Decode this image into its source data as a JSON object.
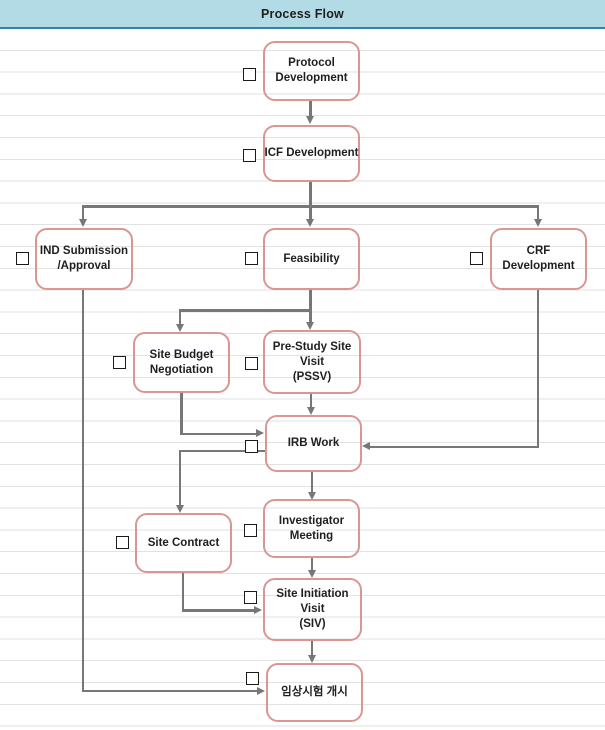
{
  "header": {
    "title": "Process Flow"
  },
  "colors": {
    "header_bg": "#b3dbe6",
    "header_border": "#31859c",
    "box_border": "#d99694",
    "connector": "#777777",
    "gridline": "#e2e2e2",
    "text": "#1f1f1f"
  },
  "nodes": {
    "protocol": {
      "line1": "Protocol",
      "line2": "Development",
      "checkbox_checked": false
    },
    "icf": {
      "line1": "ICF Development",
      "checkbox_checked": false
    },
    "ind": {
      "line1": "IND Submission",
      "line2": "/Approval",
      "checkbox_checked": false
    },
    "feasibility": {
      "line1": "Feasibility",
      "checkbox_checked": false
    },
    "crf": {
      "line1": "CRF",
      "line2": "Development",
      "checkbox_checked": false
    },
    "site_budget": {
      "line1": "Site Budget",
      "line2": "Negotiation",
      "checkbox_checked": false
    },
    "pssv": {
      "line1": "Pre-Study Site",
      "line2": "Visit",
      "line3": "(PSSV)",
      "checkbox_checked": false
    },
    "irb": {
      "line1": "IRB Work",
      "checkbox_checked": false
    },
    "site_contract": {
      "line1": "Site Contract",
      "checkbox_checked": false
    },
    "investigator": {
      "line1": "Investigator",
      "line2": "Meeting",
      "checkbox_checked": false
    },
    "siv": {
      "line1": "Site Initiation",
      "line2": "Visit",
      "line3": "(SIV)",
      "checkbox_checked": false
    },
    "start": {
      "line1": "임상시험 개시",
      "checkbox_checked": false
    }
  },
  "edges": [
    {
      "from": "Protocol Development",
      "to": "ICF Development"
    },
    {
      "from": "ICF Development",
      "to": "IND Submission/Approval"
    },
    {
      "from": "ICF Development",
      "to": "Feasibility"
    },
    {
      "from": "ICF Development",
      "to": "CRF Development"
    },
    {
      "from": "Feasibility",
      "to": "Site Budget Negotiation"
    },
    {
      "from": "Feasibility",
      "to": "Pre-Study Site Visit (PSSV)"
    },
    {
      "from": "Site Budget Negotiation",
      "to": "IRB Work"
    },
    {
      "from": "Pre-Study Site Visit (PSSV)",
      "to": "IRB Work"
    },
    {
      "from": "CRF Development",
      "to": "IRB Work"
    },
    {
      "from": "IRB Work",
      "to": "Site Contract"
    },
    {
      "from": "IRB Work",
      "to": "Investigator Meeting"
    },
    {
      "from": "Investigator Meeting",
      "to": "Site Initiation Visit (SIV)"
    },
    {
      "from": "Site Contract",
      "to": "Site Initiation Visit (SIV)"
    },
    {
      "from": "Site Initiation Visit (SIV)",
      "to": "임상시험 개시"
    },
    {
      "from": "IND Submission/Approval",
      "to": "임상시험 개시"
    }
  ]
}
